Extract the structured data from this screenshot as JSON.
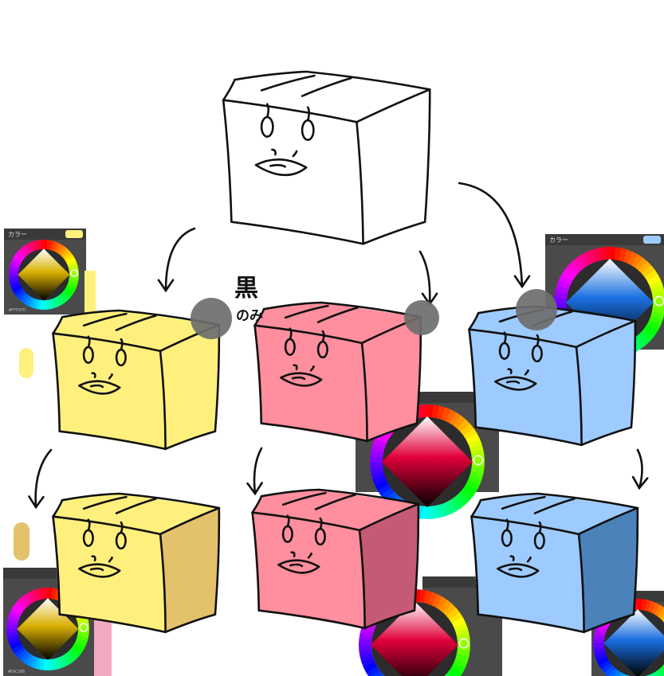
{
  "annotation": {
    "text": "黒のみ",
    "main": "黒",
    "sub": "のみ"
  },
  "panels": {
    "title": "カラー",
    "hex_yellow_base": "#FFF07D",
    "hex_yellow_shade": "#E4C26B"
  },
  "colors": {
    "outline": "#111111",
    "yellow_base": "#FFF07D",
    "yellow_shade": "#E3C26B",
    "pink_base": "#FF8E9E",
    "pink_shade": "#C45A74",
    "blue_base": "#9DCBFF",
    "blue_shade": "#4C82BA",
    "picker_dot": "#6E6E6E",
    "panel_bg": "#4A4A4A",
    "panel_header": "#3A3A3A"
  },
  "icons": [
    "hand-drawn-arrow",
    "color-wheel",
    "eyedropper-dot"
  ]
}
